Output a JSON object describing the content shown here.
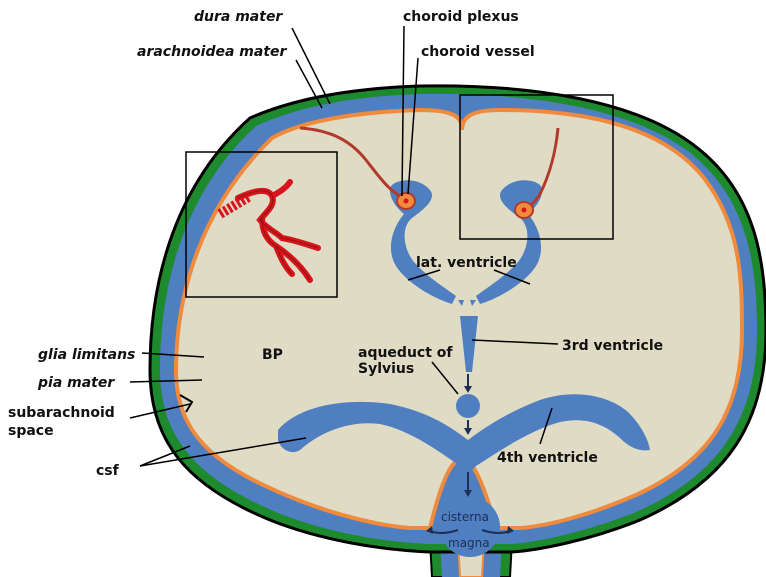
{
  "labels": {
    "dura_mater": "dura mater",
    "arachnoidea_mater": "arachnoidea mater",
    "choroid_plexus": "choroid plexus",
    "choroid_vessel": "choroid vessel",
    "lat_ventricle": "lat. ventricle",
    "third_ventricle": "3rd ventricle",
    "aqueduct_line1": "aqueduct of",
    "aqueduct_line2": "Sylvius",
    "bp": "BP",
    "glia_limitans": "glia limitans",
    "pia_mater": "pia mater",
    "subarachnoid_line1": "subarachnoid",
    "subarachnoid_line2": "space",
    "csf": "csf",
    "fourth_ventricle": "4th ventricle",
    "cisterna": "cisterna",
    "magna": "magna"
  },
  "colors": {
    "dura": "#1e8a2e",
    "csf": "#4f7fc0",
    "pia": "#f08a3c",
    "brain": "#dfdbc5",
    "vessel": "#b23a2a",
    "blood": "#d8141c",
    "outline": "#000000"
  }
}
